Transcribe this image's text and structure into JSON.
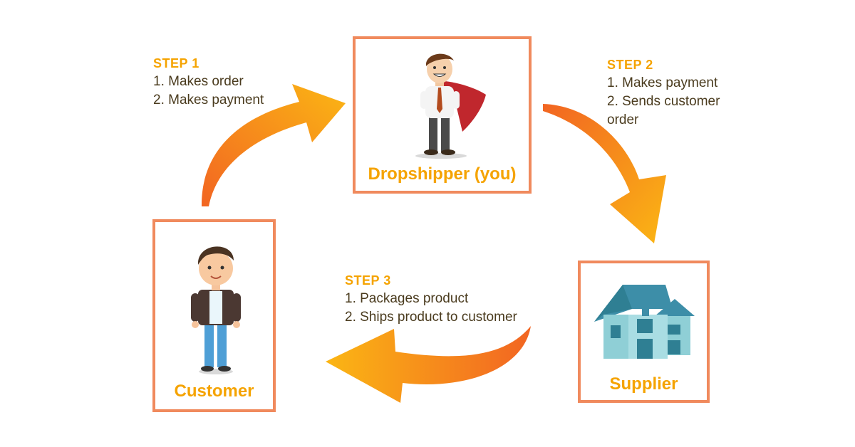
{
  "nodes": {
    "dropshipper": {
      "label": "Dropshipper (you)"
    },
    "customer": {
      "label": "Customer"
    },
    "supplier": {
      "label": "Supplier"
    }
  },
  "steps": [
    {
      "title": "STEP 1",
      "lines": [
        "1. Makes order",
        "2. Makes payment"
      ]
    },
    {
      "title": "STEP 2",
      "lines": [
        "1. Makes payment",
        "2. Sends customer",
        "order"
      ]
    },
    {
      "title": "STEP 3",
      "lines": [
        "1. Packages product",
        "2. Ships product to customer"
      ]
    }
  ],
  "colors": {
    "accent": "#f5a300",
    "border": "#f08a5d",
    "arrow_start": "#f26522",
    "arrow_end": "#fbb614",
    "text": "#4a3b1e"
  },
  "icons": {
    "dropshipper": "businessman-cape-icon",
    "customer": "young-man-icon",
    "supplier": "house-icon"
  }
}
